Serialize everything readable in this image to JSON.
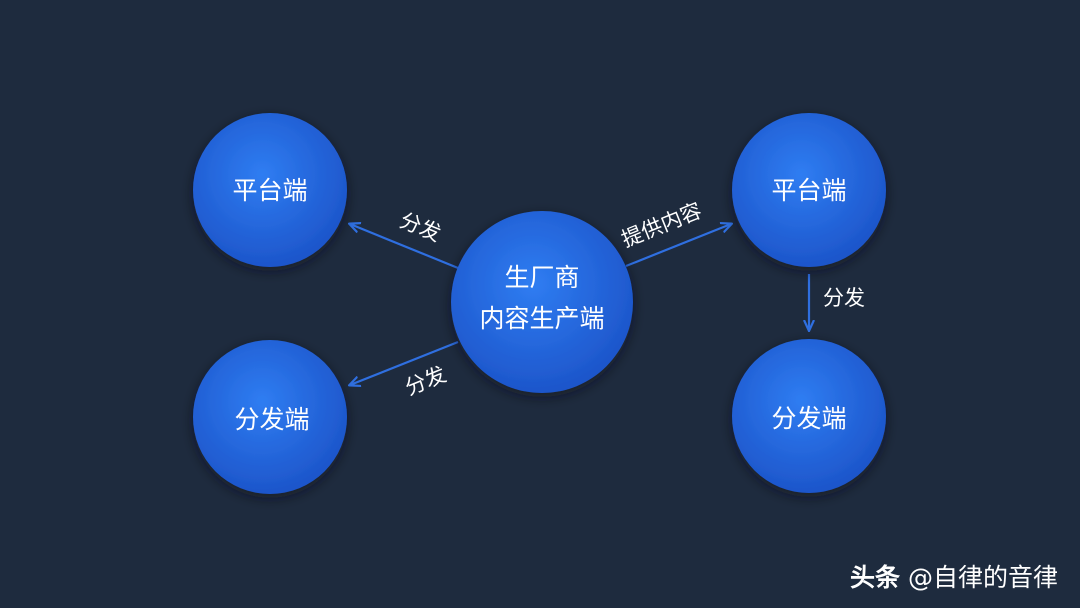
{
  "colors": {
    "background": "#1e2b3e",
    "node_fill_top": "#2a76ee",
    "node_fill_bottom": "#1a52c8",
    "arrow": "#2f6fe0",
    "text": "#ffffff"
  },
  "nodes": {
    "center": {
      "line1": "生厂商",
      "line2": "内容生产端"
    },
    "left_top": {
      "label": "平台端"
    },
    "left_bottom": {
      "label": "分发端"
    },
    "right_top": {
      "label": "平台端"
    },
    "right_bottom": {
      "label": "分发端"
    }
  },
  "edges": {
    "center_to_left_top": "分发",
    "center_to_left_bottom": "分发",
    "center_to_right_top": "提供内容",
    "right_top_to_right_bottom": "分发"
  },
  "watermark": {
    "brand": "头条",
    "handle": "@自律的音律"
  }
}
